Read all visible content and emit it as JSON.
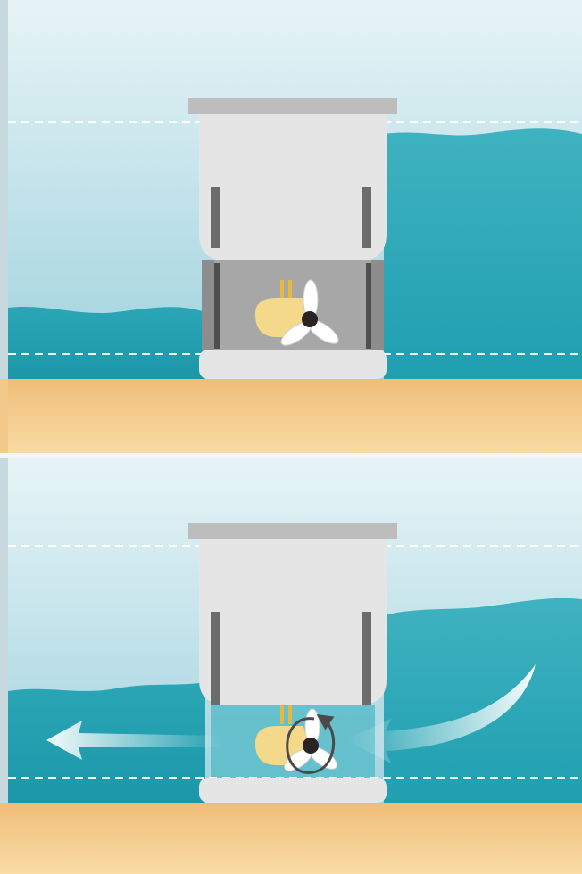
{
  "colors": {
    "sky_top": "#dff0f4",
    "sky_bottom": "#9fd0dc",
    "water_light": "#4fb8c5",
    "water_dark": "#1f9fb0",
    "sand_light": "#f9dca6",
    "sand_dark": "#f1bf7a",
    "frame_light": "#e6e6e6",
    "frame_mid": "#a9a9a9",
    "frame_dark": "#5f5f5f",
    "turbine_body": "#f4d98a",
    "turbine_hub": "#2a2322",
    "blade": "#ffffff",
    "flow_arrow": "#ffffff",
    "rotation_arrow": "#4a4a4a",
    "guide_line": "#ffffff"
  },
  "panels": [
    {
      "name": "turbine-sluice-closed",
      "sluice_gate": "closed",
      "higher_water_side": "right",
      "flow_arrows": false,
      "turbine_rotating": false
    },
    {
      "name": "turbine-sluice-open",
      "sluice_gate": "open",
      "higher_water_side": "right",
      "flow_direction": "right-to-left",
      "flow_arrows": true,
      "turbine_rotating": true
    }
  ],
  "icons": {
    "turbine": "tidal-turbine-icon",
    "flow": "water-flow-arrow-icon",
    "rotation": "rotation-arrow-icon"
  }
}
